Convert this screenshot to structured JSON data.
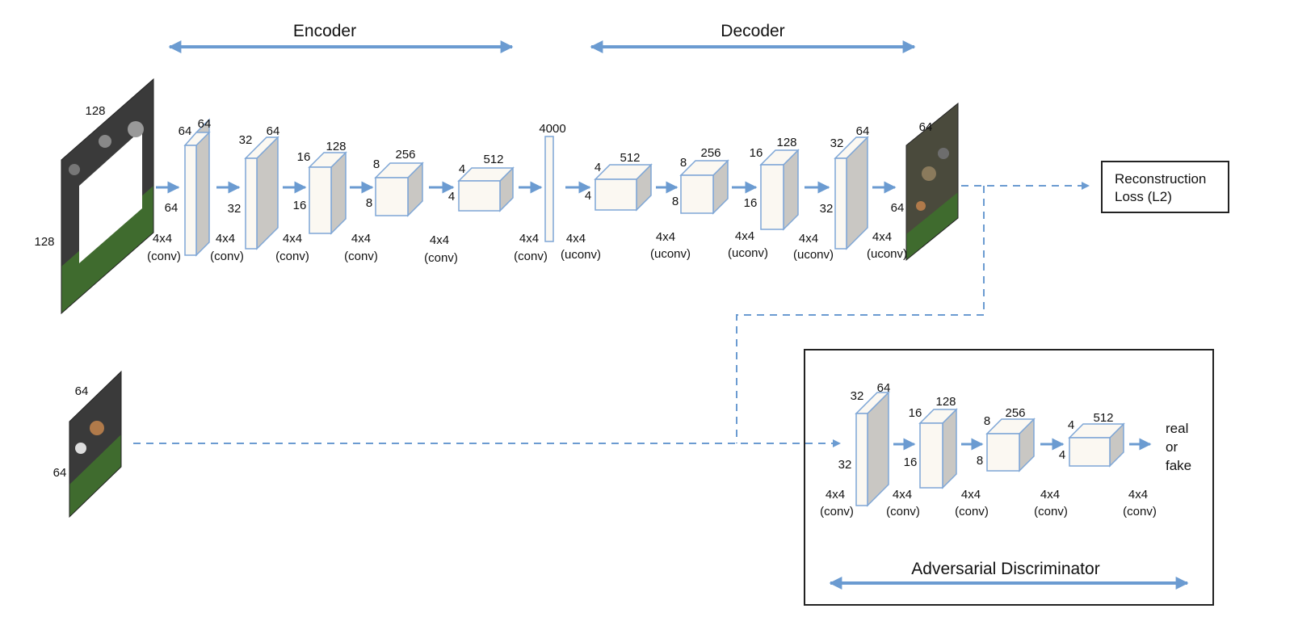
{
  "colors": {
    "arrow": "#6b9bd1",
    "box_front": "#fbf8f2",
    "box_side": "#c9c7c3",
    "box_edge": "#7ea6d6",
    "frame": "#222222"
  },
  "sections": {
    "encoder": "Encoder",
    "decoder": "Decoder",
    "discriminator": "Adversarial Discriminator"
  },
  "loss_box": {
    "line1": "Reconstruction",
    "line2": "Loss (L2)"
  },
  "inputs": {
    "masked_image": {
      "top": "128",
      "side": "128"
    },
    "real_patch": {
      "top": "64",
      "side": "64"
    },
    "output_patch": {
      "top": "64",
      "side": "64"
    }
  },
  "encoder_layers": [
    {
      "d1": "64",
      "d2": "64",
      "side": "64",
      "op1": "4x4",
      "op2": "(conv)"
    },
    {
      "d1": "32",
      "d2": "64",
      "side": "32",
      "op1": "4x4",
      "op2": "(conv)"
    },
    {
      "d1": "16",
      "d2": "128",
      "side": "16",
      "op1": "4x4",
      "op2": "(conv)"
    },
    {
      "d1": "8",
      "d2": "256",
      "side": "8",
      "op1": "4x4",
      "op2": "(conv)"
    },
    {
      "d1": "4",
      "d2": "512",
      "side": "4",
      "op1": "4x4",
      "op2": "(conv)"
    }
  ],
  "bottleneck": {
    "size": "4000",
    "op1": "4x4",
    "op2": "(conv)"
  },
  "decoder_layers": [
    {
      "d1": "4",
      "d2": "512",
      "side": "4",
      "op1": "4x4",
      "op2": "(uconv)"
    },
    {
      "d1": "8",
      "d2": "256",
      "side": "8",
      "op1": "4x4",
      "op2": "(uconv)"
    },
    {
      "d1": "16",
      "d2": "128",
      "side": "16",
      "op1": "4x4",
      "op2": "(uconv)"
    },
    {
      "d1": "32",
      "d2": "64",
      "side": "32",
      "op1": "4x4",
      "op2": "(uconv)"
    },
    {
      "op1": "4x4",
      "op2": "(uconv)"
    }
  ],
  "disc_layers": [
    {
      "d1": "32",
      "d2": "64",
      "side": "32",
      "op1": "4x4",
      "op2": "(conv)"
    },
    {
      "d1": "16",
      "d2": "128",
      "side": "16",
      "op1": "4x4",
      "op2": "(conv)"
    },
    {
      "d1": "8",
      "d2": "256",
      "side": "8",
      "op1": "4x4",
      "op2": "(conv)"
    },
    {
      "d1": "4",
      "d2": "512",
      "side": "4",
      "op1": "4x4",
      "op2": "(conv)"
    },
    {
      "op1": "4x4",
      "op2": "(conv)"
    }
  ],
  "disc_output": {
    "line1": "real",
    "line2": "or",
    "line3": "fake"
  }
}
